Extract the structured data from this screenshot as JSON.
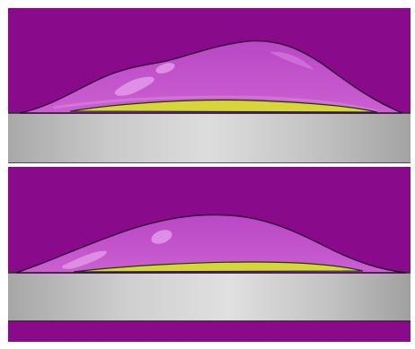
{
  "colors": {
    "background": "#8a0a8c",
    "droplet_fill": "#c24fc9",
    "droplet_highlight": "#e39aea",
    "droplet_outline": "#3a0640",
    "film_fill": "#d6d63a",
    "substrate_light": "#d9d9d9",
    "substrate_dark": "#a9a9a9",
    "frame_border": "#ffffff",
    "outline_dark": "#2b2b2b"
  },
  "panels": [
    {
      "id": "top",
      "droplet": "tall-asymmetric",
      "film": "yellow-lens",
      "substrate": "gray-slab"
    },
    {
      "id": "bottom",
      "droplet": "flatter-symmetric",
      "film": "yellow-lens",
      "substrate": "gray-slab"
    }
  ]
}
